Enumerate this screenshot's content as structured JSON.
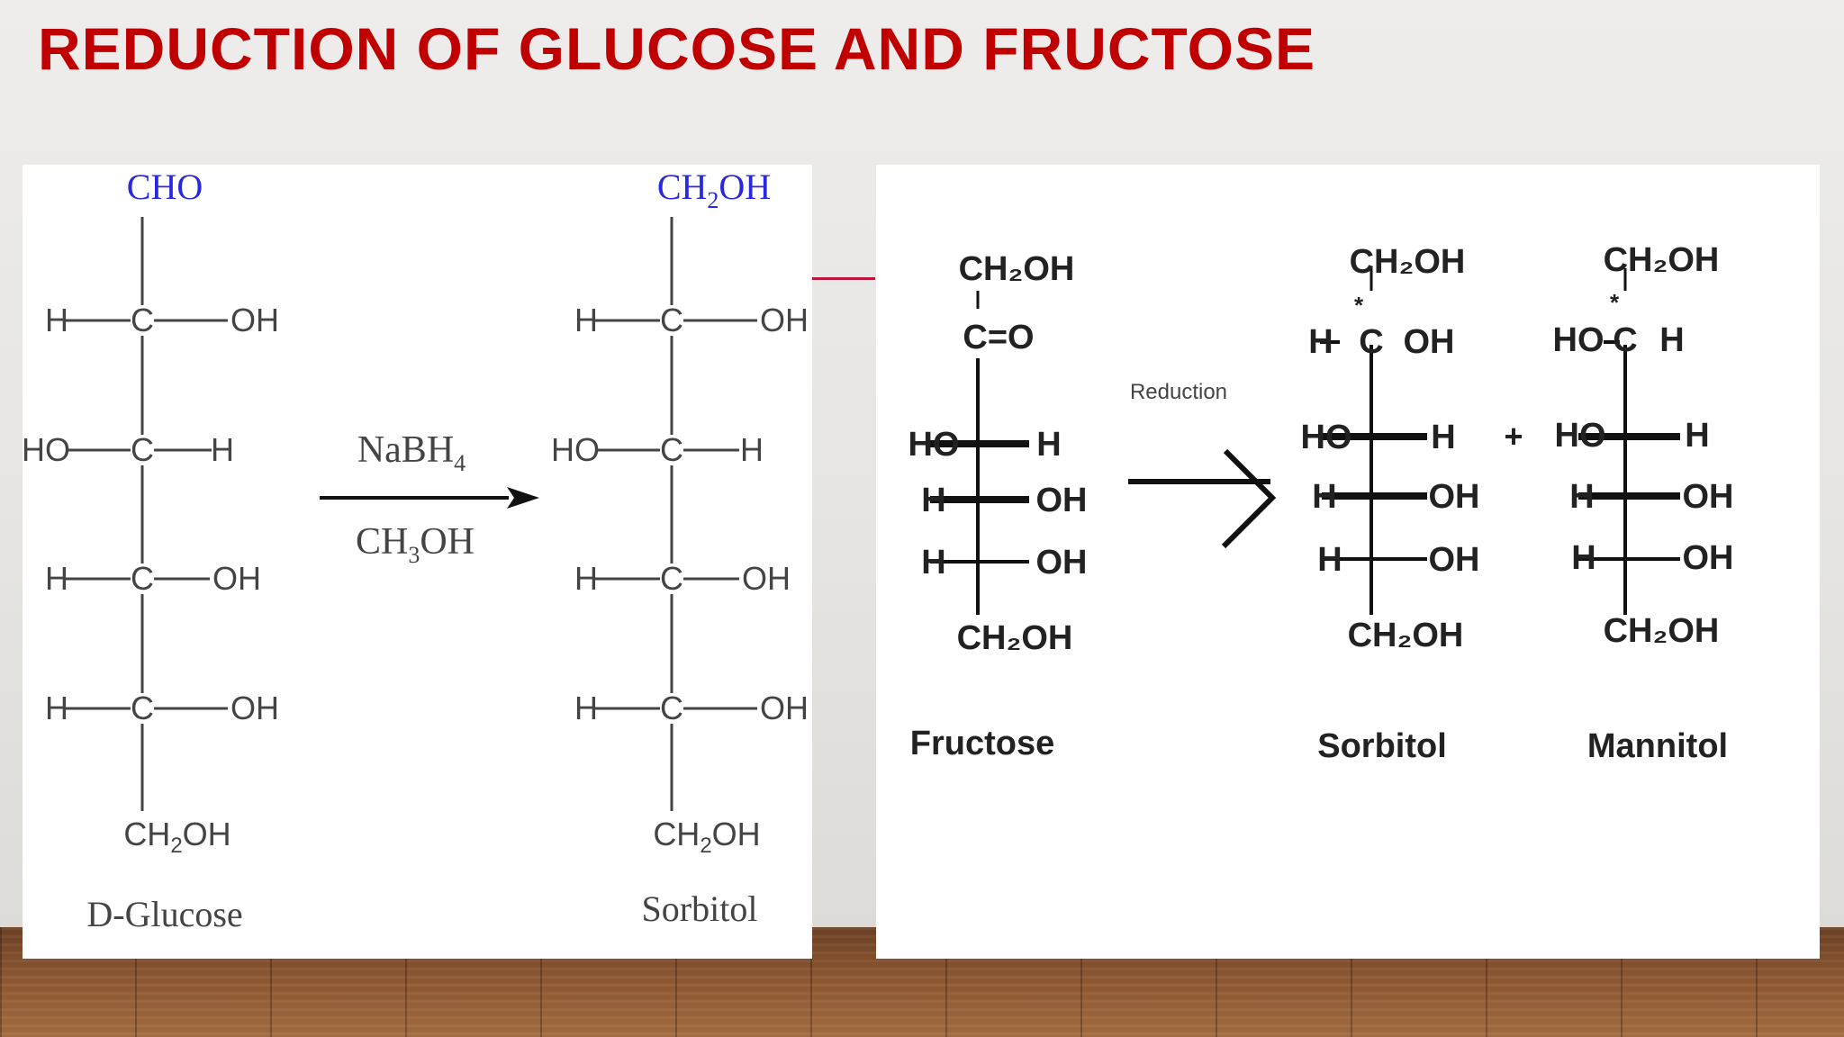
{
  "slide": {
    "title": "REDUCTION OF GLUCOSE AND FRUCTOSE"
  },
  "colors": {
    "title": "#c00000",
    "accent_blue": "#2828e0",
    "ink": "#333333",
    "connector": "#b8163c"
  },
  "left_panel": {
    "glucose": {
      "top_group": "CHO",
      "rows": [
        {
          "left": "H",
          "center": "C",
          "right": "OH"
        },
        {
          "left": "HO",
          "center": "C",
          "right": "H"
        },
        {
          "left": "H",
          "center": "C",
          "right": "OH"
        },
        {
          "left": "H",
          "center": "C",
          "right": "OH"
        }
      ],
      "bottom_main": "CH",
      "bottom_sub": "2",
      "bottom_tail": "OH",
      "name": "D-Glucose"
    },
    "reagent": {
      "top_main": "NaBH",
      "top_sub": "4",
      "bottom_main": "CH",
      "bottom_sub": "3",
      "bottom_tail": "OH"
    },
    "sorbitol": {
      "top_main": "CH",
      "top_sub": "2",
      "top_tail": "OH",
      "rows": [
        {
          "left": "H",
          "center": "C",
          "right": "OH"
        },
        {
          "left": "HO",
          "center": "C",
          "right": "H"
        },
        {
          "left": "H",
          "center": "C",
          "right": "OH"
        },
        {
          "left": "H",
          "center": "C",
          "right": "OH"
        }
      ],
      "bottom_main": "CH",
      "bottom_sub": "2",
      "bottom_tail": "OH",
      "name": "Sorbitol"
    }
  },
  "right_panel": {
    "reduction_label": "Reduction",
    "plus": "+",
    "fructose": {
      "top": "CH₂OH",
      "carbonyl": "C=O",
      "rows": [
        {
          "left": "HO",
          "right": "H"
        },
        {
          "left": "H",
          "right": "OH"
        },
        {
          "left": "H",
          "right": "OH"
        }
      ],
      "bottom": "CH₂OH",
      "name": "Fructose"
    },
    "sorbitol": {
      "top": "CH₂OH",
      "star": "*",
      "chiral_row": {
        "left": "H",
        "center": "C",
        "right": "OH"
      },
      "rows": [
        {
          "left": "HO",
          "right": "H"
        },
        {
          "left": "H",
          "right": "OH"
        },
        {
          "left": "H",
          "right": "OH"
        }
      ],
      "bottom": "CH₂OH",
      "name": "Sorbitol"
    },
    "mannitol": {
      "top": "CH₂OH",
      "star": "*",
      "chiral_row": {
        "left": "HO",
        "center": "C",
        "right": "H"
      },
      "rows": [
        {
          "left": "HO",
          "right": "H"
        },
        {
          "left": "H",
          "right": "OH"
        },
        {
          "left": "H",
          "right": "OH"
        }
      ],
      "bottom": "CH₂OH",
      "name": "Mannitol"
    }
  }
}
